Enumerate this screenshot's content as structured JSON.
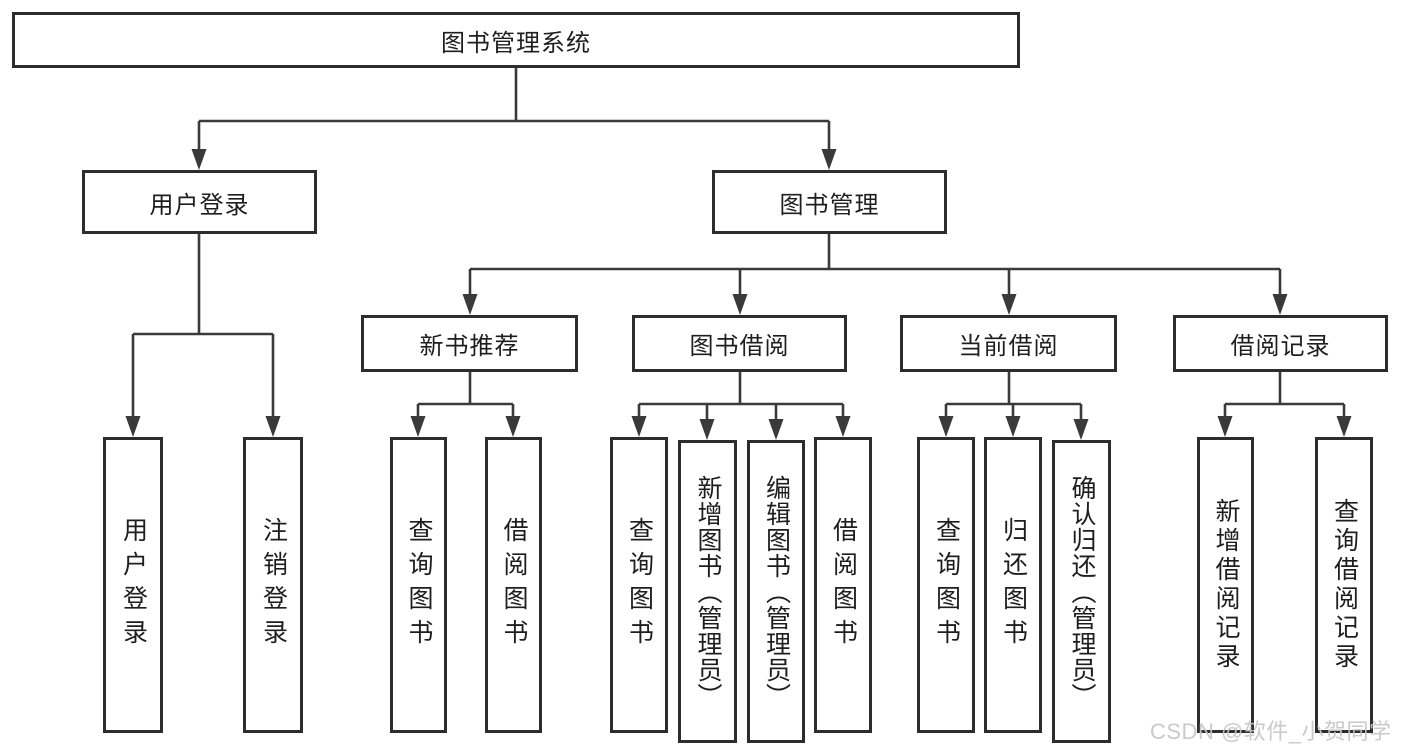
{
  "tree": {
    "root": "图书管理系统",
    "branches": [
      {
        "label": "用户登录",
        "leaves": [
          "用户登录",
          "注销登录"
        ]
      },
      {
        "label": "图书管理",
        "groups": [
          {
            "label": "新书推荐",
            "leaves": [
              "查询图书",
              "借阅图书"
            ]
          },
          {
            "label": "图书借阅",
            "leaves": [
              "查询图书",
              "新增图书（管理员）",
              "编辑图书（管理员）",
              "借阅图书"
            ]
          },
          {
            "label": "当前借阅",
            "leaves": [
              "查询图书",
              "归还图书",
              "确认归还（管理员）"
            ]
          },
          {
            "label": "借阅记录",
            "leaves": [
              "新增借阅记录",
              "查询借阅记录"
            ]
          }
        ]
      }
    ]
  },
  "watermark": "CSDN @软件_小贺同学",
  "colors": {
    "line": "#3a3a3a",
    "border": "#2d2d2d",
    "fill": "#ffffff",
    "text": "#1e1e1e",
    "watermark": "#c6c6c6",
    "background": "#ffffff"
  }
}
